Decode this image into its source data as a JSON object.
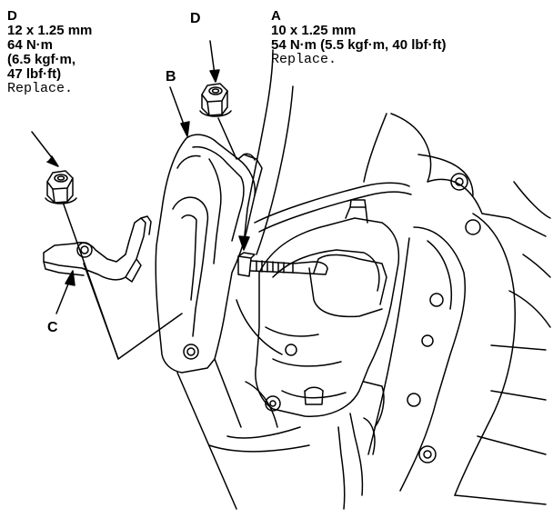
{
  "labels": {
    "d_left": {
      "letter": "D",
      "size": "12 x 1.25 mm",
      "torque_nm": "64 N·m",
      "torque_kgf": "(6.5 kgf·m,",
      "torque_lbf": "47 lbf·ft)",
      "note": "Replace."
    },
    "a": {
      "letter": "A",
      "size": "10 x 1.25 mm",
      "torque": "54 N·m (5.5 kgf·m, 40 lbf·ft)",
      "note": "Replace."
    },
    "b": "B",
    "d_right": "D",
    "c": "C"
  },
  "icons": [
    "flange-nut-icon",
    "flange-nut-icon",
    "flange-bolt-icon",
    "bracket-icon",
    "engine-mount-icon"
  ]
}
